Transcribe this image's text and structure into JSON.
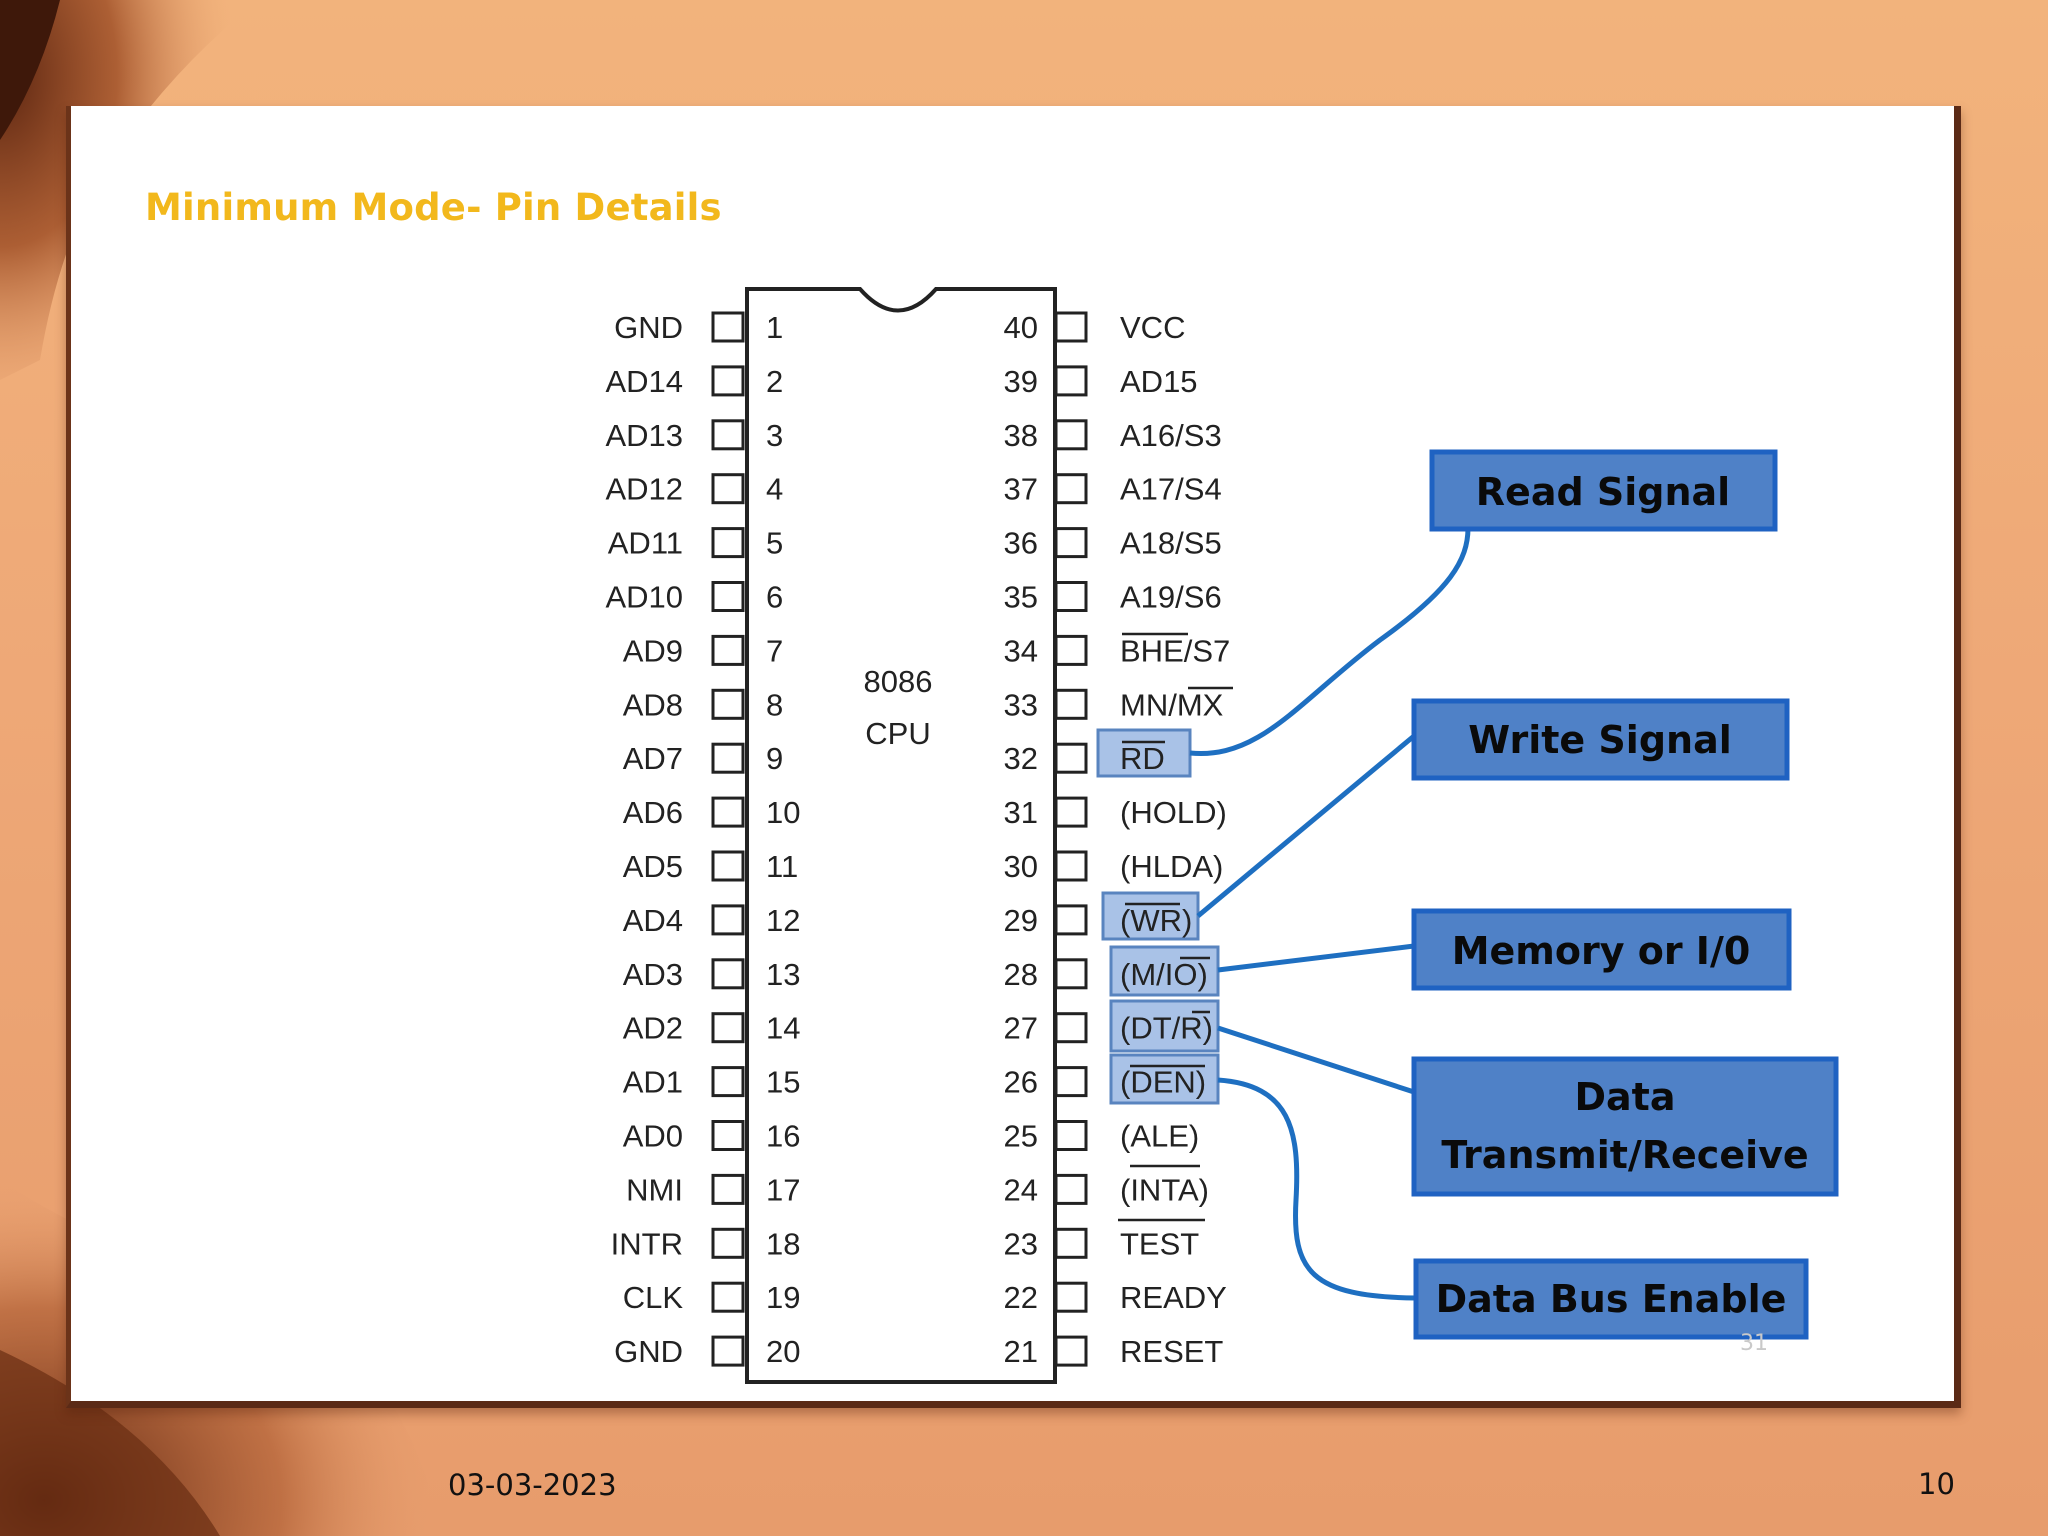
{
  "slide": {
    "title": "Minimum Mode- Pin Details",
    "date": "03-03-2023",
    "page_number": "10",
    "watermark_number": "31"
  },
  "chip": {
    "name_line1": "8086",
    "name_line2": "CPU",
    "left_pins": [
      {
        "num": "1",
        "label": "GND"
      },
      {
        "num": "2",
        "label": "AD14"
      },
      {
        "num": "3",
        "label": "AD13"
      },
      {
        "num": "4",
        "label": "AD12"
      },
      {
        "num": "5",
        "label": "AD11"
      },
      {
        "num": "6",
        "label": "AD10"
      },
      {
        "num": "7",
        "label": "AD9"
      },
      {
        "num": "8",
        "label": "AD8"
      },
      {
        "num": "9",
        "label": "AD7"
      },
      {
        "num": "10",
        "label": "AD6"
      },
      {
        "num": "11",
        "label": "AD5"
      },
      {
        "num": "12",
        "label": "AD4"
      },
      {
        "num": "13",
        "label": "AD3"
      },
      {
        "num": "14",
        "label": "AD2"
      },
      {
        "num": "15",
        "label": "AD1"
      },
      {
        "num": "16",
        "label": "AD0"
      },
      {
        "num": "17",
        "label": "NMI"
      },
      {
        "num": "18",
        "label": "INTR"
      },
      {
        "num": "19",
        "label": "CLK"
      },
      {
        "num": "20",
        "label": "GND"
      }
    ],
    "right_pins": [
      {
        "num": "40",
        "label": "VCC"
      },
      {
        "num": "39",
        "label": "AD15"
      },
      {
        "num": "38",
        "label": "A16/S3"
      },
      {
        "num": "37",
        "label": "A17/S4"
      },
      {
        "num": "36",
        "label": "A18/S5"
      },
      {
        "num": "35",
        "label": "A19/S6"
      },
      {
        "num": "34",
        "label": "BHE/S7"
      },
      {
        "num": "33",
        "label": "MN/MX"
      },
      {
        "num": "32",
        "label": "RD"
      },
      {
        "num": "31",
        "label": "(HOLD)"
      },
      {
        "num": "30",
        "label": "(HLDA)"
      },
      {
        "num": "29",
        "label": "(WR)"
      },
      {
        "num": "28",
        "label": "(M/IO)"
      },
      {
        "num": "27",
        "label": "(DT/R)"
      },
      {
        "num": "26",
        "label": "(DEN)"
      },
      {
        "num": "25",
        "label": "(ALE)"
      },
      {
        "num": "24",
        "label": "(INTA)"
      },
      {
        "num": "23",
        "label": "TEST"
      },
      {
        "num": "22",
        "label": "READY"
      },
      {
        "num": "21",
        "label": "RESET"
      }
    ]
  },
  "callouts": {
    "read": "Read Signal",
    "write": "Write Signal",
    "memio": "Memory or I/0",
    "dtr_line1": "Data",
    "dtr_line2": "Transmit/Receive",
    "den": "Data Bus Enable"
  },
  "colors": {
    "title": "#f2b81c",
    "callout_fill": "#4f81c7",
    "callout_border": "#1f62c2",
    "connector": "#1e6fc1"
  }
}
